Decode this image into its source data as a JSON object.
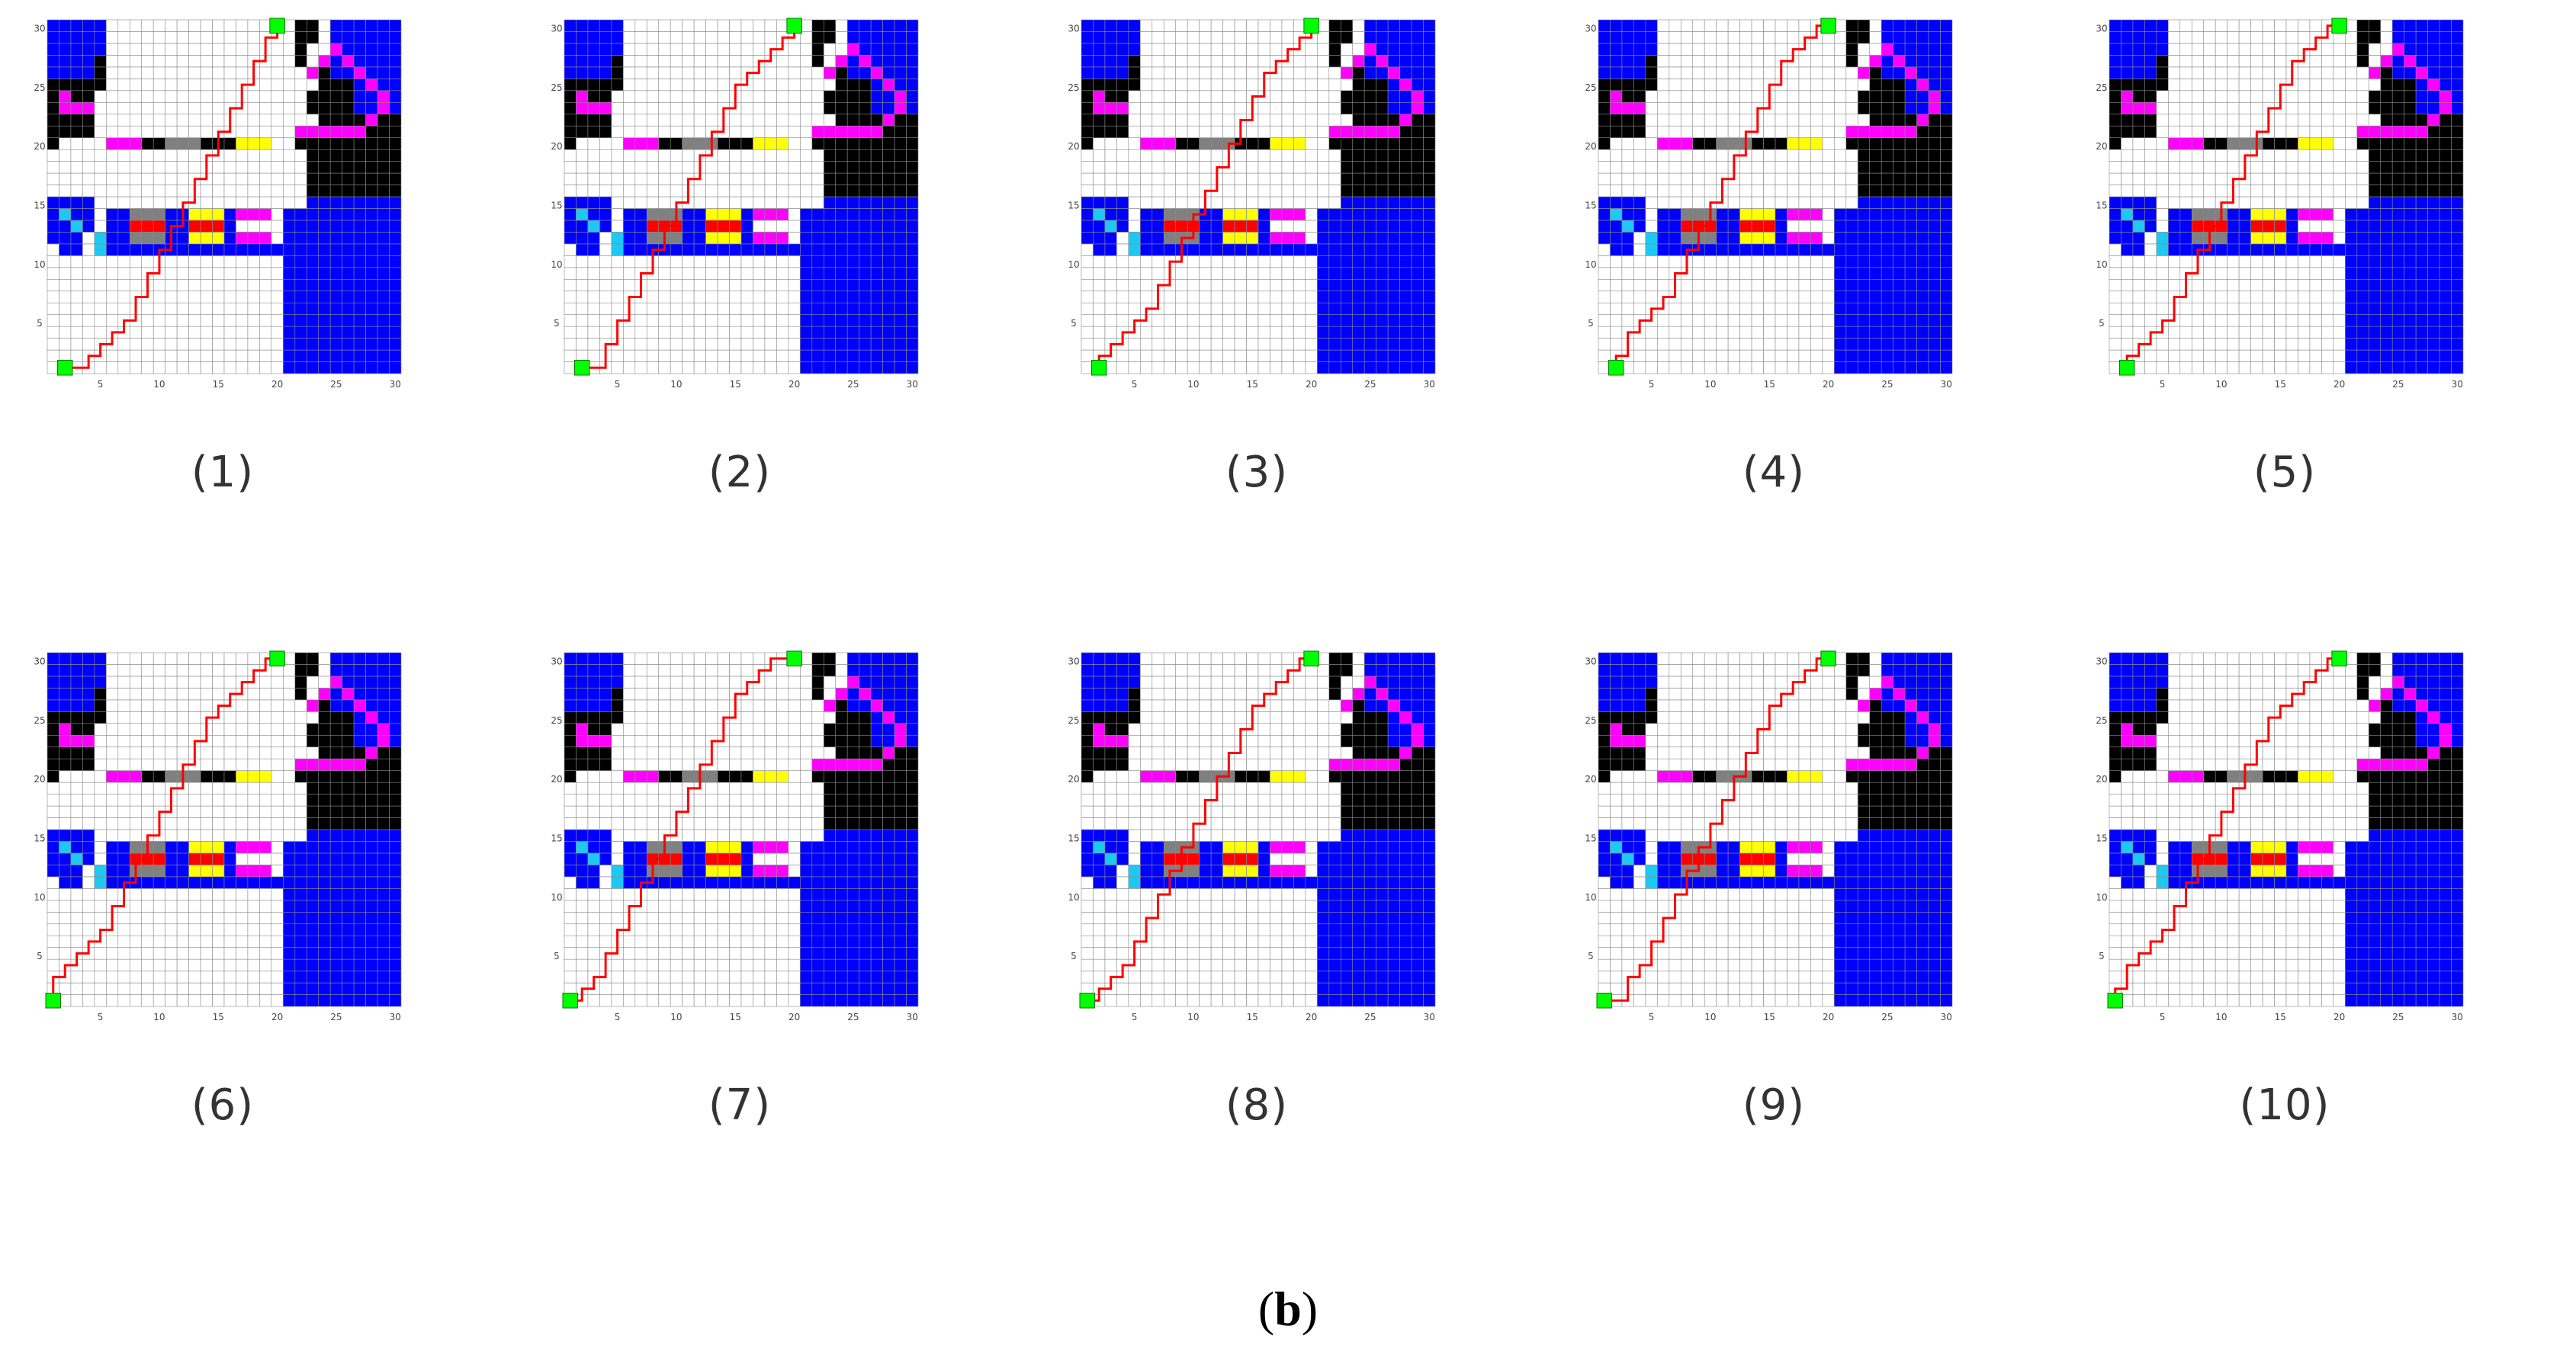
{
  "figure_label": {
    "open": "(",
    "letter": "b",
    "close": ")"
  },
  "panels": [
    {
      "caption": "(1)",
      "ticks_x": [
        "5",
        "10",
        "15",
        "20",
        "25",
        "30"
      ],
      "ticks_y": [
        "30",
        "25",
        "20",
        "15",
        "10",
        "5"
      ]
    },
    {
      "caption": "(2)",
      "ticks_x": [
        "5",
        "10",
        "15",
        "20",
        "25",
        "30"
      ],
      "ticks_y": [
        "30",
        "25",
        "20",
        "15",
        "10",
        "5"
      ]
    },
    {
      "caption": "(3)",
      "ticks_x": [
        "5",
        "10",
        "15",
        "20",
        "25",
        "30"
      ],
      "ticks_y": [
        "30",
        "25",
        "20",
        "15",
        "10",
        "5"
      ]
    },
    {
      "caption": "(4)",
      "ticks_x": [
        "5",
        "10",
        "15",
        "20",
        "25",
        "30"
      ],
      "ticks_y": [
        "30",
        "25",
        "20",
        "15",
        "10",
        "5"
      ]
    },
    {
      "caption": "(5)",
      "ticks_x": [
        "5",
        "10",
        "15",
        "20",
        "25",
        "30"
      ],
      "ticks_y": [
        "30",
        "25",
        "20",
        "15",
        "10",
        "5"
      ]
    },
    {
      "caption": "(6)",
      "ticks_x": [
        "5",
        "10",
        "15",
        "20",
        "25",
        "30"
      ],
      "ticks_y": [
        "30",
        "25",
        "20",
        "15",
        "10",
        "5"
      ]
    },
    {
      "caption": "(7)",
      "ticks_x": [
        "5",
        "10",
        "15",
        "20",
        "25",
        "30"
      ],
      "ticks_y": [
        "30",
        "25",
        "20",
        "15",
        "10",
        "5"
      ]
    },
    {
      "caption": "(8)",
      "ticks_x": [
        "5",
        "10",
        "15",
        "20",
        "25",
        "30"
      ],
      "ticks_y": [
        "30",
        "25",
        "20",
        "15",
        "10",
        "5"
      ]
    },
    {
      "caption": "(9)",
      "ticks_x": [
        "5",
        "10",
        "15",
        "20",
        "25",
        "30"
      ],
      "ticks_y": [
        "30",
        "25",
        "20",
        "15",
        "10",
        "5"
      ]
    },
    {
      "caption": "(10)",
      "ticks_x": [
        "5",
        "10",
        "15",
        "20",
        "25",
        "30"
      ],
      "ticks_y": [
        "30",
        "25",
        "20",
        "15",
        "10",
        "5"
      ]
    }
  ],
  "grid": {
    "cols": 30,
    "rows": 30
  },
  "colors": {
    "free": "#ffffff",
    "grid_line": "#8a8a8a",
    "obstacle_black": "#000000",
    "water_blue": "#0000ff",
    "light_blue": "#1ec8f0",
    "magenta": "#ff00ff",
    "red": "#ff0000",
    "yellow": "#ffff00",
    "gray": "#808080",
    "start_goal": "#00ff00",
    "path": "#ff0000"
  },
  "paths": [
    [
      [
        1,
        0
      ],
      [
        2,
        0
      ],
      [
        3,
        0
      ],
      [
        3,
        1
      ],
      [
        4,
        1
      ],
      [
        4,
        2
      ],
      [
        5,
        2
      ],
      [
        5,
        3
      ],
      [
        6,
        3
      ],
      [
        6,
        4
      ],
      [
        7,
        4
      ],
      [
        7,
        6
      ],
      [
        8,
        6
      ],
      [
        8,
        8
      ],
      [
        9,
        8
      ],
      [
        9,
        10
      ],
      [
        10,
        10
      ],
      [
        10,
        12
      ],
      [
        11,
        12
      ],
      [
        11,
        14
      ],
      [
        12,
        14
      ],
      [
        12,
        16
      ],
      [
        13,
        16
      ],
      [
        13,
        18
      ],
      [
        14,
        18
      ],
      [
        14,
        20
      ],
      [
        15,
        20
      ],
      [
        15,
        22
      ],
      [
        16,
        22
      ],
      [
        16,
        24
      ],
      [
        17,
        24
      ],
      [
        17,
        26
      ],
      [
        18,
        26
      ],
      [
        18,
        28
      ],
      [
        19,
        28
      ],
      [
        19,
        29
      ]
    ],
    [
      [
        1,
        0
      ],
      [
        2,
        0
      ],
      [
        3,
        0
      ],
      [
        3,
        2
      ],
      [
        4,
        2
      ],
      [
        4,
        4
      ],
      [
        5,
        4
      ],
      [
        5,
        6
      ],
      [
        6,
        6
      ],
      [
        6,
        8
      ],
      [
        7,
        8
      ],
      [
        7,
        10
      ],
      [
        8,
        10
      ],
      [
        8,
        12
      ],
      [
        9,
        12
      ],
      [
        9,
        14
      ],
      [
        10,
        14
      ],
      [
        10,
        16
      ],
      [
        11,
        16
      ],
      [
        11,
        18
      ],
      [
        12,
        18
      ],
      [
        12,
        20
      ],
      [
        13,
        20
      ],
      [
        13,
        22
      ],
      [
        14,
        22
      ],
      [
        14,
        24
      ],
      [
        15,
        24
      ],
      [
        15,
        25
      ],
      [
        16,
        25
      ],
      [
        16,
        26
      ],
      [
        17,
        26
      ],
      [
        17,
        27
      ],
      [
        18,
        27
      ],
      [
        18,
        28
      ],
      [
        19,
        28
      ],
      [
        19,
        29
      ]
    ],
    [
      [
        1,
        0
      ],
      [
        1,
        1
      ],
      [
        2,
        1
      ],
      [
        2,
        2
      ],
      [
        3,
        2
      ],
      [
        3,
        3
      ],
      [
        4,
        3
      ],
      [
        4,
        4
      ],
      [
        5,
        4
      ],
      [
        5,
        5
      ],
      [
        6,
        5
      ],
      [
        6,
        7
      ],
      [
        7,
        7
      ],
      [
        7,
        9
      ],
      [
        8,
        9
      ],
      [
        8,
        11
      ],
      [
        9,
        11
      ],
      [
        9,
        13
      ],
      [
        10,
        13
      ],
      [
        10,
        15
      ],
      [
        11,
        15
      ],
      [
        11,
        17
      ],
      [
        12,
        17
      ],
      [
        12,
        19
      ],
      [
        13,
        19
      ],
      [
        13,
        21
      ],
      [
        14,
        21
      ],
      [
        14,
        23
      ],
      [
        15,
        23
      ],
      [
        15,
        25
      ],
      [
        16,
        25
      ],
      [
        16,
        26
      ],
      [
        17,
        26
      ],
      [
        17,
        27
      ],
      [
        18,
        27
      ],
      [
        18,
        28
      ],
      [
        19,
        28
      ],
      [
        19,
        29
      ]
    ],
    [
      [
        1,
        0
      ],
      [
        1,
        1
      ],
      [
        2,
        1
      ],
      [
        2,
        3
      ],
      [
        3,
        3
      ],
      [
        3,
        4
      ],
      [
        4,
        4
      ],
      [
        4,
        5
      ],
      [
        5,
        5
      ],
      [
        5,
        6
      ],
      [
        6,
        6
      ],
      [
        6,
        8
      ],
      [
        7,
        8
      ],
      [
        7,
        10
      ],
      [
        8,
        10
      ],
      [
        8,
        12
      ],
      [
        9,
        12
      ],
      [
        9,
        14
      ],
      [
        10,
        14
      ],
      [
        10,
        16
      ],
      [
        11,
        16
      ],
      [
        11,
        18
      ],
      [
        12,
        18
      ],
      [
        12,
        20
      ],
      [
        13,
        20
      ],
      [
        13,
        22
      ],
      [
        14,
        22
      ],
      [
        14,
        24
      ],
      [
        15,
        24
      ],
      [
        15,
        26
      ],
      [
        16,
        26
      ],
      [
        16,
        27
      ],
      [
        17,
        27
      ],
      [
        17,
        28
      ],
      [
        18,
        28
      ],
      [
        18,
        29
      ],
      [
        19,
        29
      ]
    ],
    [
      [
        1,
        0
      ],
      [
        1,
        1
      ],
      [
        2,
        1
      ],
      [
        2,
        2
      ],
      [
        3,
        2
      ],
      [
        3,
        3
      ],
      [
        4,
        3
      ],
      [
        4,
        4
      ],
      [
        5,
        4
      ],
      [
        5,
        6
      ],
      [
        6,
        6
      ],
      [
        6,
        8
      ],
      [
        7,
        8
      ],
      [
        7,
        10
      ],
      [
        8,
        10
      ],
      [
        8,
        12
      ],
      [
        9,
        12
      ],
      [
        9,
        14
      ],
      [
        10,
        14
      ],
      [
        10,
        16
      ],
      [
        11,
        16
      ],
      [
        11,
        18
      ],
      [
        12,
        18
      ],
      [
        12,
        20
      ],
      [
        13,
        20
      ],
      [
        13,
        22
      ],
      [
        14,
        22
      ],
      [
        14,
        24
      ],
      [
        15,
        24
      ],
      [
        15,
        26
      ],
      [
        16,
        26
      ],
      [
        16,
        27
      ],
      [
        17,
        27
      ],
      [
        17,
        28
      ],
      [
        18,
        28
      ],
      [
        18,
        29
      ],
      [
        19,
        29
      ]
    ],
    [
      [
        0,
        0
      ],
      [
        0,
        2
      ],
      [
        1,
        2
      ],
      [
        1,
        3
      ],
      [
        2,
        3
      ],
      [
        2,
        4
      ],
      [
        3,
        4
      ],
      [
        3,
        5
      ],
      [
        4,
        5
      ],
      [
        4,
        6
      ],
      [
        5,
        6
      ],
      [
        5,
        8
      ],
      [
        6,
        8
      ],
      [
        6,
        10
      ],
      [
        7,
        10
      ],
      [
        7,
        12
      ],
      [
        8,
        12
      ],
      [
        8,
        14
      ],
      [
        9,
        14
      ],
      [
        9,
        16
      ],
      [
        10,
        16
      ],
      [
        10,
        18
      ],
      [
        11,
        18
      ],
      [
        11,
        20
      ],
      [
        12,
        20
      ],
      [
        12,
        22
      ],
      [
        13,
        22
      ],
      [
        13,
        24
      ],
      [
        14,
        24
      ],
      [
        14,
        25
      ],
      [
        15,
        25
      ],
      [
        15,
        26
      ],
      [
        16,
        26
      ],
      [
        16,
        27
      ],
      [
        17,
        27
      ],
      [
        17,
        28
      ],
      [
        18,
        28
      ],
      [
        18,
        29
      ],
      [
        19,
        29
      ]
    ],
    [
      [
        0,
        0
      ],
      [
        1,
        0
      ],
      [
        1,
        1
      ],
      [
        2,
        1
      ],
      [
        2,
        2
      ],
      [
        3,
        2
      ],
      [
        3,
        4
      ],
      [
        4,
        4
      ],
      [
        4,
        6
      ],
      [
        5,
        6
      ],
      [
        5,
        8
      ],
      [
        6,
        8
      ],
      [
        6,
        10
      ],
      [
        7,
        10
      ],
      [
        7,
        12
      ],
      [
        8,
        12
      ],
      [
        8,
        14
      ],
      [
        9,
        14
      ],
      [
        9,
        16
      ],
      [
        10,
        16
      ],
      [
        10,
        18
      ],
      [
        11,
        18
      ],
      [
        11,
        20
      ],
      [
        12,
        20
      ],
      [
        12,
        22
      ],
      [
        13,
        22
      ],
      [
        13,
        24
      ],
      [
        14,
        24
      ],
      [
        14,
        26
      ],
      [
        15,
        26
      ],
      [
        15,
        27
      ],
      [
        16,
        27
      ],
      [
        16,
        28
      ],
      [
        17,
        28
      ],
      [
        17,
        29
      ],
      [
        19,
        29
      ]
    ],
    [
      [
        0,
        0
      ],
      [
        1,
        0
      ],
      [
        1,
        1
      ],
      [
        2,
        1
      ],
      [
        2,
        2
      ],
      [
        3,
        2
      ],
      [
        3,
        3
      ],
      [
        4,
        3
      ],
      [
        4,
        5
      ],
      [
        5,
        5
      ],
      [
        5,
        7
      ],
      [
        6,
        7
      ],
      [
        6,
        9
      ],
      [
        7,
        9
      ],
      [
        7,
        11
      ],
      [
        8,
        11
      ],
      [
        8,
        13
      ],
      [
        9,
        13
      ],
      [
        9,
        15
      ],
      [
        10,
        15
      ],
      [
        10,
        17
      ],
      [
        11,
        17
      ],
      [
        11,
        19
      ],
      [
        12,
        19
      ],
      [
        12,
        21
      ],
      [
        13,
        21
      ],
      [
        13,
        23
      ],
      [
        14,
        23
      ],
      [
        14,
        25
      ],
      [
        15,
        25
      ],
      [
        15,
        26
      ],
      [
        16,
        26
      ],
      [
        16,
        27
      ],
      [
        17,
        27
      ],
      [
        17,
        28
      ],
      [
        18,
        28
      ],
      [
        18,
        29
      ],
      [
        19,
        29
      ]
    ],
    [
      [
        0,
        0
      ],
      [
        2,
        0
      ],
      [
        2,
        2
      ],
      [
        3,
        2
      ],
      [
        3,
        3
      ],
      [
        4,
        3
      ],
      [
        4,
        5
      ],
      [
        5,
        5
      ],
      [
        5,
        7
      ],
      [
        6,
        7
      ],
      [
        6,
        9
      ],
      [
        7,
        9
      ],
      [
        7,
        11
      ],
      [
        8,
        11
      ],
      [
        8,
        13
      ],
      [
        9,
        13
      ],
      [
        9,
        15
      ],
      [
        10,
        15
      ],
      [
        10,
        17
      ],
      [
        11,
        17
      ],
      [
        11,
        19
      ],
      [
        12,
        19
      ],
      [
        12,
        21
      ],
      [
        13,
        21
      ],
      [
        13,
        23
      ],
      [
        14,
        23
      ],
      [
        14,
        25
      ],
      [
        15,
        25
      ],
      [
        15,
        26
      ],
      [
        16,
        26
      ],
      [
        16,
        27
      ],
      [
        17,
        27
      ],
      [
        17,
        28
      ],
      [
        18,
        28
      ],
      [
        18,
        29
      ],
      [
        19,
        29
      ]
    ],
    [
      [
        0,
        0
      ],
      [
        0,
        1
      ],
      [
        1,
        1
      ],
      [
        1,
        3
      ],
      [
        2,
        3
      ],
      [
        2,
        4
      ],
      [
        3,
        4
      ],
      [
        3,
        5
      ],
      [
        4,
        5
      ],
      [
        4,
        6
      ],
      [
        5,
        6
      ],
      [
        5,
        8
      ],
      [
        6,
        8
      ],
      [
        6,
        10
      ],
      [
        7,
        10
      ],
      [
        7,
        12
      ],
      [
        8,
        12
      ],
      [
        8,
        14
      ],
      [
        9,
        14
      ],
      [
        9,
        16
      ],
      [
        10,
        16
      ],
      [
        10,
        18
      ],
      [
        11,
        18
      ],
      [
        11,
        20
      ],
      [
        12,
        20
      ],
      [
        12,
        22
      ],
      [
        13,
        22
      ],
      [
        13,
        24
      ],
      [
        14,
        24
      ],
      [
        14,
        25
      ],
      [
        15,
        25
      ],
      [
        15,
        26
      ],
      [
        16,
        26
      ],
      [
        16,
        27
      ],
      [
        17,
        27
      ],
      [
        17,
        28
      ],
      [
        18,
        28
      ],
      [
        18,
        29
      ],
      [
        19,
        29
      ]
    ]
  ]
}
